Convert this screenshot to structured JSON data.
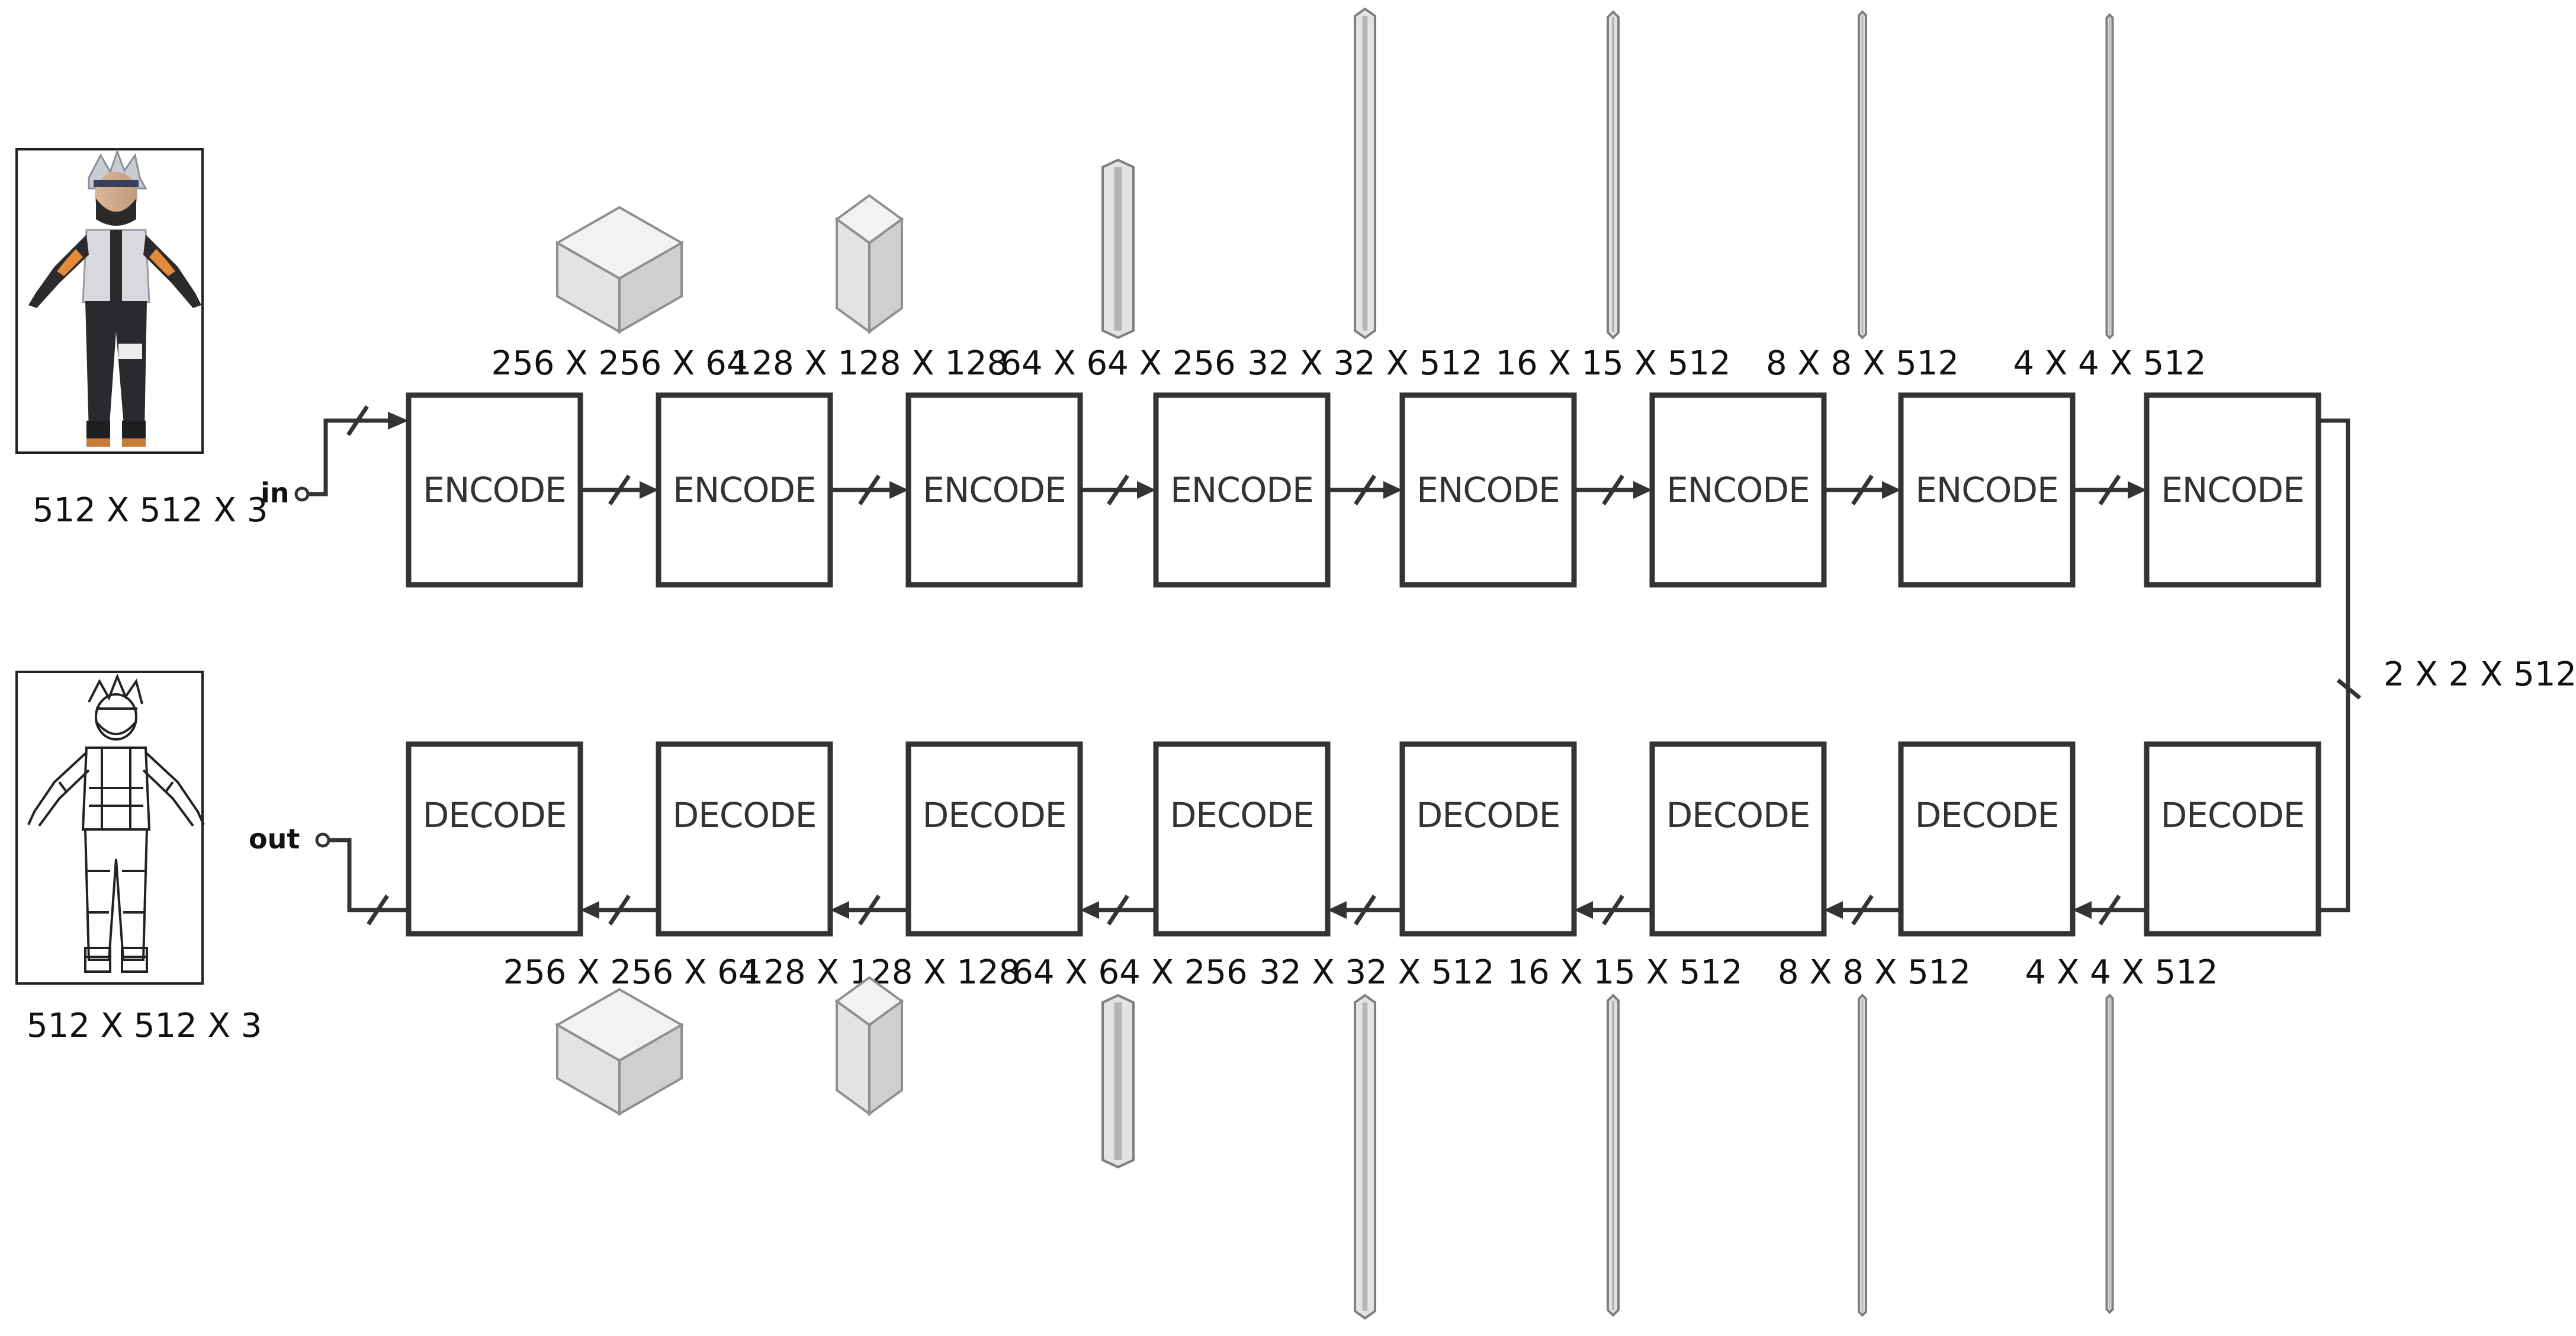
{
  "input": {
    "port_label": "in",
    "dims": "512 X 512 X 3"
  },
  "output": {
    "port_label": "out",
    "dims": "512 X 512 X 3"
  },
  "encoder": {
    "block_label": "ENCODE",
    "dims": [
      "256 X 256 X 64",
      "128 X 128 X 128",
      "64 X 64 X 256",
      "32 X 32 X 512",
      "16 X 15 X 512",
      "8 X 8 X 512",
      "4 X 4 X 512"
    ]
  },
  "bottleneck": {
    "dims": "2 X 2 X 512"
  },
  "decoder": {
    "block_label": "DECODE",
    "dims": [
      "256 X 256 X 64",
      "128 X 128 X 128",
      "64 X 64 X 256",
      "32 X 32 X 512",
      "16 X 15 X 512",
      "8 X 8 X 512",
      "4 X 4 X 512"
    ]
  },
  "colors": {
    "block_stroke": "#333333",
    "tensor_face_top": "#f2f2f2",
    "tensor_face_left": "#e3e3e3",
    "tensor_face_right": "#cfcfcf"
  }
}
